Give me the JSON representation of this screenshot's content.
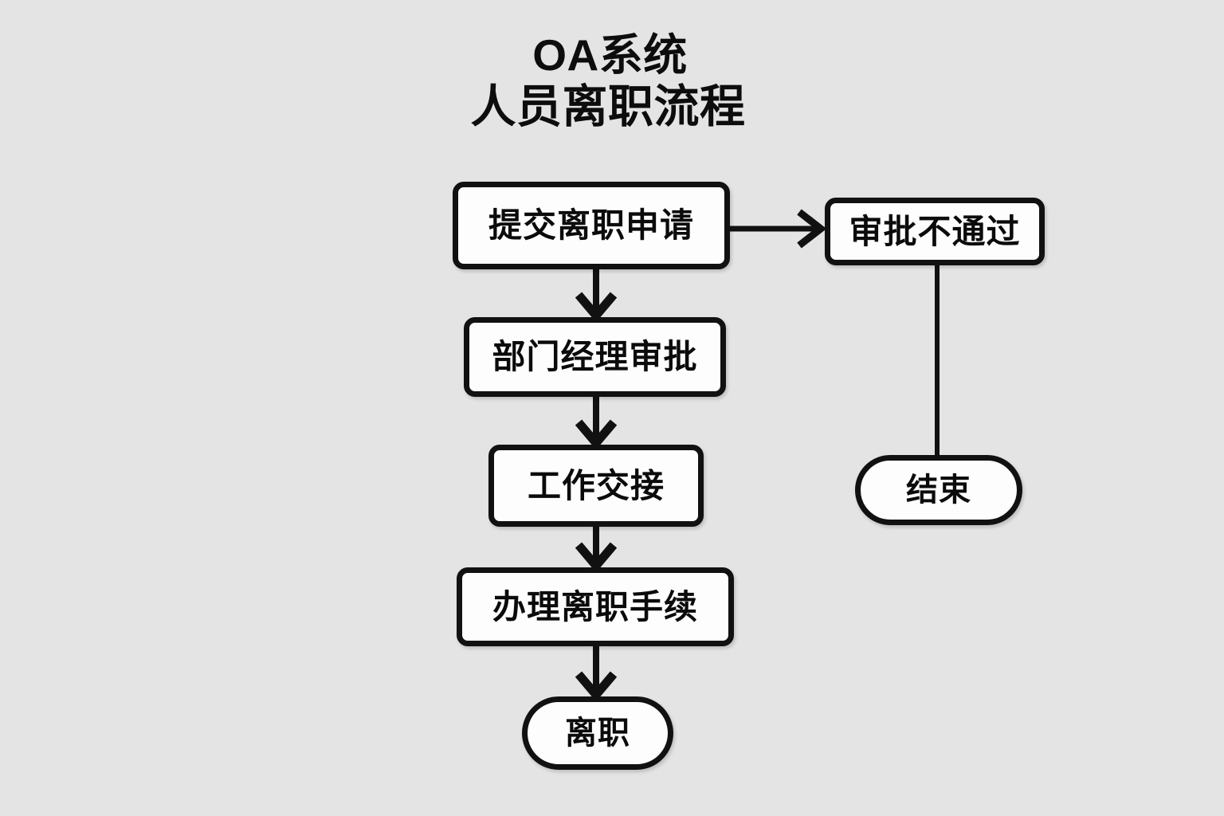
{
  "diagram": {
    "title": {
      "line1": "OA系统",
      "line2": "人员离职流程"
    },
    "background_color": "#e4e4e4",
    "node_fill_color": "#fdfdfd",
    "stroke_color": "#111111",
    "text_color": "#0b0b0b",
    "nodes": [
      {
        "id": "submit",
        "label": "提交离职申请",
        "shape": "rounded-rect"
      },
      {
        "id": "reject",
        "label": "审批不通过",
        "shape": "rounded-rect"
      },
      {
        "id": "manager",
        "label": "部门经理审批",
        "shape": "rounded-rect"
      },
      {
        "id": "handover",
        "label": "工作交接",
        "shape": "rounded-rect"
      },
      {
        "id": "formalities",
        "label": "办理离职手续",
        "shape": "rounded-rect"
      },
      {
        "id": "resign",
        "label": "离职",
        "shape": "stadium"
      },
      {
        "id": "end",
        "label": "结束",
        "shape": "stadium"
      }
    ],
    "edges": [
      {
        "from": "submit",
        "to": "reject",
        "direction": "horizontal",
        "arrowhead": true
      },
      {
        "from": "submit",
        "to": "manager",
        "direction": "vertical",
        "arrowhead": true
      },
      {
        "from": "manager",
        "to": "handover",
        "direction": "vertical",
        "arrowhead": true
      },
      {
        "from": "handover",
        "to": "formalities",
        "direction": "vertical",
        "arrowhead": true
      },
      {
        "from": "formalities",
        "to": "resign",
        "direction": "vertical",
        "arrowhead": true
      },
      {
        "from": "reject",
        "to": "end",
        "direction": "vertical",
        "arrowhead": false
      }
    ]
  }
}
